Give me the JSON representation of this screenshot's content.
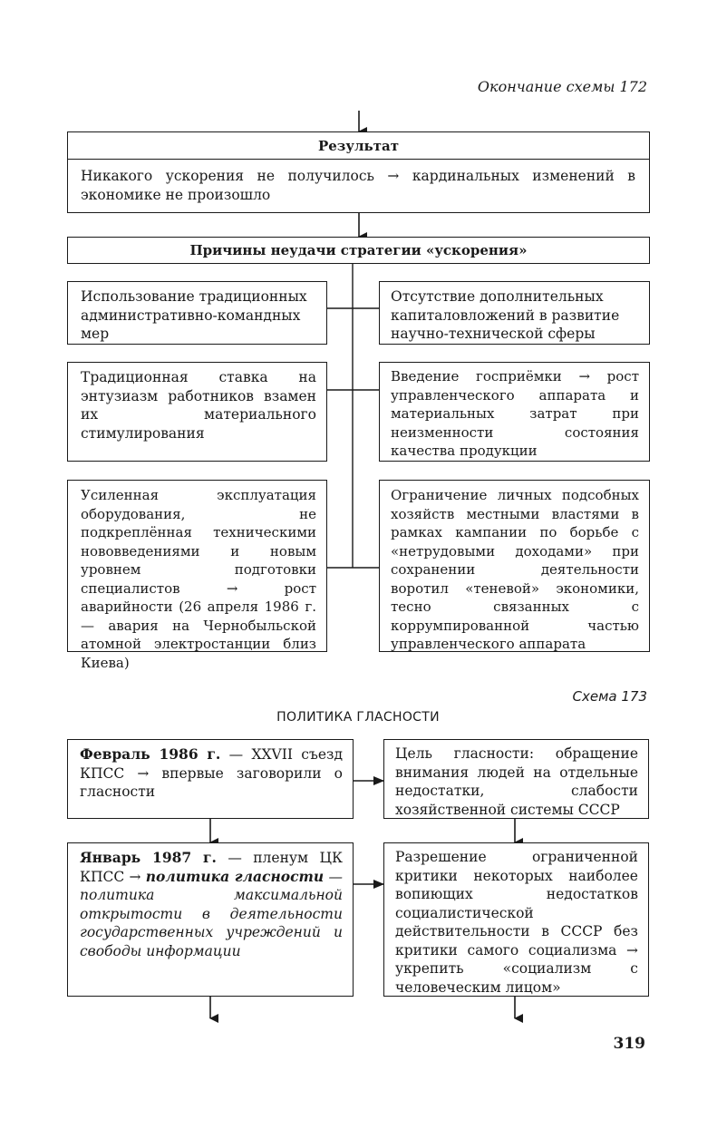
{
  "page": {
    "continuation_caption": "Окончание схемы 172",
    "page_number": "319"
  },
  "scheme172": {
    "result_title": "Результат",
    "result_text": "Никакого ускорения не получилось → кардинальных изменений в экономике не произошло",
    "causes_title": "Причины неудачи стратегии «ускорения»",
    "left_boxes": [
      "Использование традиционных административно-командных мер",
      "Традиционная ставка на энтузиазм работников взамен их материального стимулирования",
      "Усиленная эксплуатация оборудования, не подкреплённая техническими нововведениями и новым уровнем подготовки специалистов → рост аварийности (26 апреля 1986 г. — авария на Чернобыльской атомной электростанции близ Киева)"
    ],
    "right_boxes": [
      "Отсутствие дополнительных капиталовложений в развитие научно-технической сферы",
      "Введение госприёмки → рост управленческого аппарата и материальных затрат при неизменности состояния качества продукции",
      "Ограничение личных подсобных хозяйств местными властями в рамках кампании по борьбе с «нетрудовыми доходами» при сохранении деятельности воротил «теневой» экономики, тесно связанных с коррумпированной частью управленческого аппарата"
    ]
  },
  "scheme173": {
    "label": "Схема 173",
    "title": "ПОЛИТИКА ГЛАСНОСТИ",
    "box1_date": "Февраль 1986 г.",
    "box1_text": "— XXVII съезд КПСС → впервые заговорили о гласности",
    "box2_text": "Цель гласности: обращение внимания людей на отдельные недостатки, слабости хозяйственной системы СССР",
    "box3_date": "Январь 1987 г.",
    "box3_text": "— пленум ЦК КПСС →",
    "box3_term": "политика гласности",
    "box3_definition": "— политика максимальной открытости в деятельности государственных учреждений и свободы информации",
    "box4_text": "Разрешение ограниченной критики некоторых наиболее вопиющих недостатков социалистической действительности в СССР без критики самого социализма → укрепить «социализм с человеческим лицом»"
  }
}
